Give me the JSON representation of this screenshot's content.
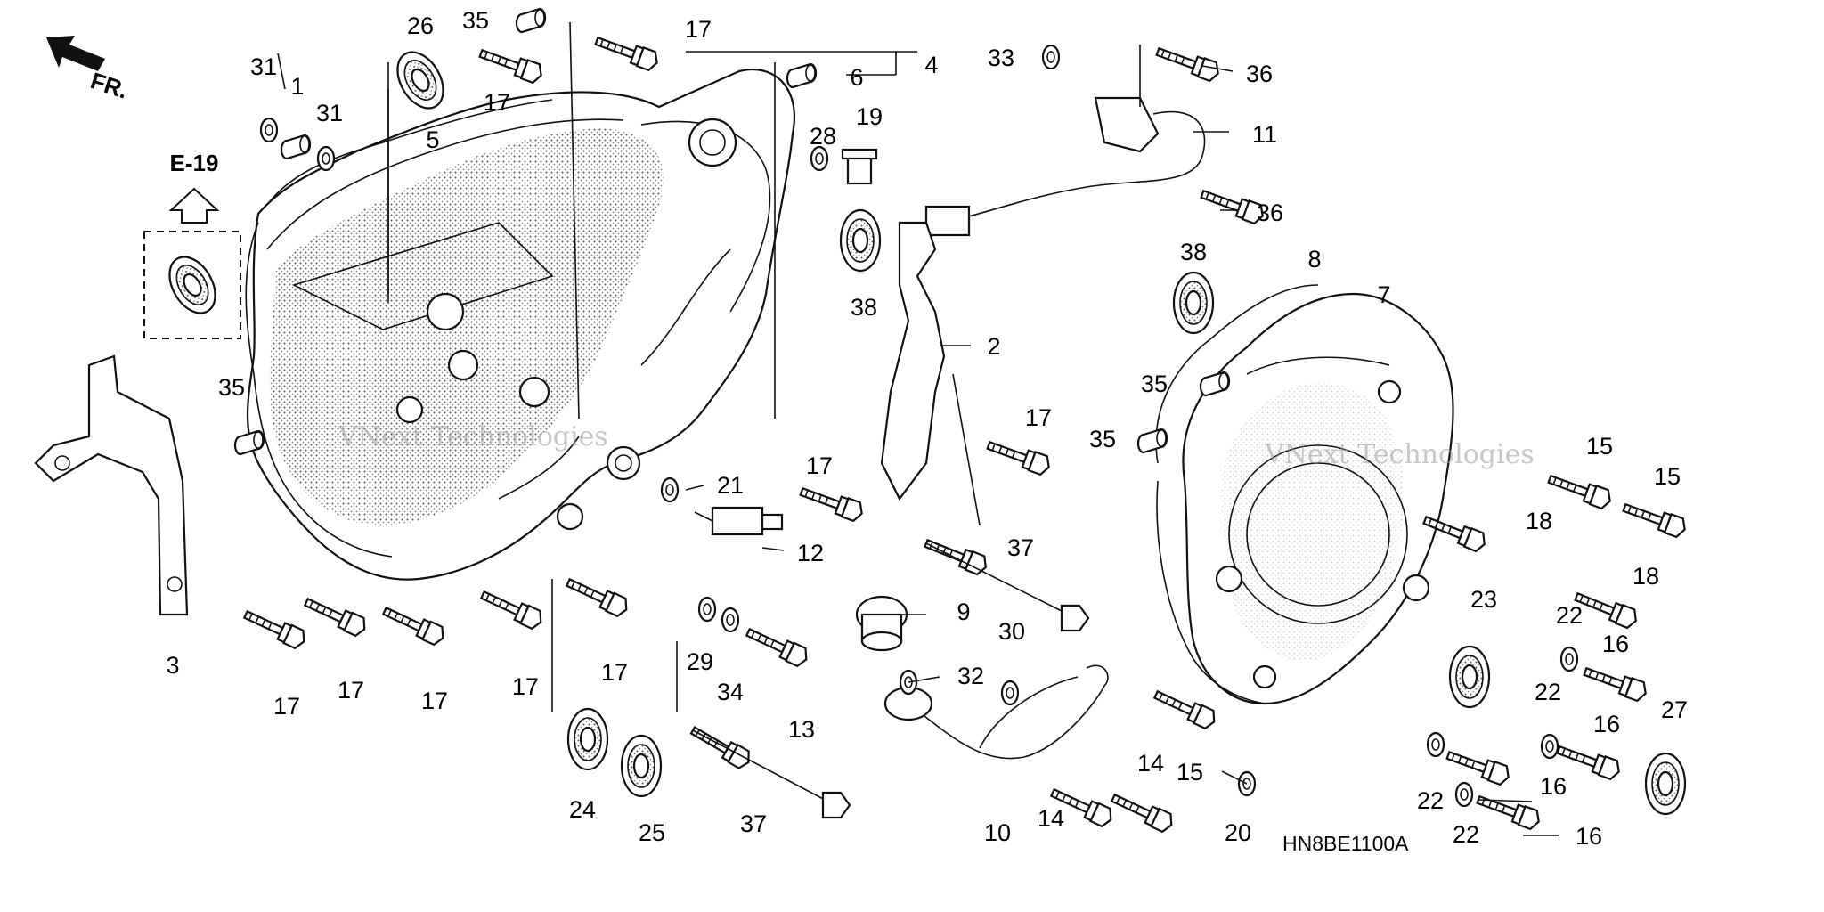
{
  "diagram_code": "HN8BE1100A",
  "ref_label": "E-19",
  "front_label": "FR.",
  "watermark": "VNext Technologies",
  "callouts": [
    {
      "id": "c1",
      "text": "31"
    },
    {
      "id": "c2",
      "text": "1"
    },
    {
      "id": "c3",
      "text": "31"
    },
    {
      "id": "c4",
      "text": "26"
    },
    {
      "id": "c5",
      "text": "35"
    },
    {
      "id": "c6",
      "text": "17"
    },
    {
      "id": "c7",
      "text": "17"
    },
    {
      "id": "c8",
      "text": "5"
    },
    {
      "id": "c9",
      "text": "6"
    },
    {
      "id": "c10",
      "text": "4"
    },
    {
      "id": "c11",
      "text": "28"
    },
    {
      "id": "c12",
      "text": "19"
    },
    {
      "id": "c13",
      "text": "33"
    },
    {
      "id": "c14",
      "text": "36"
    },
    {
      "id": "c15",
      "text": "11"
    },
    {
      "id": "c16",
      "text": "36"
    },
    {
      "id": "c17",
      "text": "38"
    },
    {
      "id": "c18",
      "text": "2"
    },
    {
      "id": "c19",
      "text": "35"
    },
    {
      "id": "c20",
      "text": "21"
    },
    {
      "id": "c21",
      "text": "17"
    },
    {
      "id": "c22",
      "text": "12"
    },
    {
      "id": "c23",
      "text": "17"
    },
    {
      "id": "c24",
      "text": "3"
    },
    {
      "id": "c25",
      "text": "17"
    },
    {
      "id": "c26",
      "text": "17"
    },
    {
      "id": "c27",
      "text": "17"
    },
    {
      "id": "c28",
      "text": "17"
    },
    {
      "id": "c29",
      "text": "17"
    },
    {
      "id": "c30",
      "text": "29"
    },
    {
      "id": "c31",
      "text": "34"
    },
    {
      "id": "c32",
      "text": "9"
    },
    {
      "id": "c33",
      "text": "37"
    },
    {
      "id": "c34",
      "text": "30"
    },
    {
      "id": "c35",
      "text": "32"
    },
    {
      "id": "c36",
      "text": "13"
    },
    {
      "id": "c37",
      "text": "24"
    },
    {
      "id": "c38",
      "text": "25"
    },
    {
      "id": "c39",
      "text": "37"
    },
    {
      "id": "c40",
      "text": "10"
    },
    {
      "id": "c41",
      "text": "14"
    },
    {
      "id": "c42",
      "text": "14"
    },
    {
      "id": "c43",
      "text": "15"
    },
    {
      "id": "c44",
      "text": "20"
    },
    {
      "id": "c45",
      "text": "38"
    },
    {
      "id": "c46",
      "text": "8"
    },
    {
      "id": "c47",
      "text": "7"
    },
    {
      "id": "c48",
      "text": "35"
    },
    {
      "id": "c49",
      "text": "35"
    },
    {
      "id": "c50",
      "text": "15"
    },
    {
      "id": "c51",
      "text": "15"
    },
    {
      "id": "c52",
      "text": "18"
    },
    {
      "id": "c53",
      "text": "18"
    },
    {
      "id": "c54",
      "text": "23"
    },
    {
      "id": "c55",
      "text": "22"
    },
    {
      "id": "c56",
      "text": "16"
    },
    {
      "id": "c57",
      "text": "22"
    },
    {
      "id": "c58",
      "text": "16"
    },
    {
      "id": "c59",
      "text": "27"
    },
    {
      "id": "c60",
      "text": "22"
    },
    {
      "id": "c61",
      "text": "16"
    },
    {
      "id": "c62",
      "text": "22"
    },
    {
      "id": "c63",
      "text": "16"
    }
  ]
}
